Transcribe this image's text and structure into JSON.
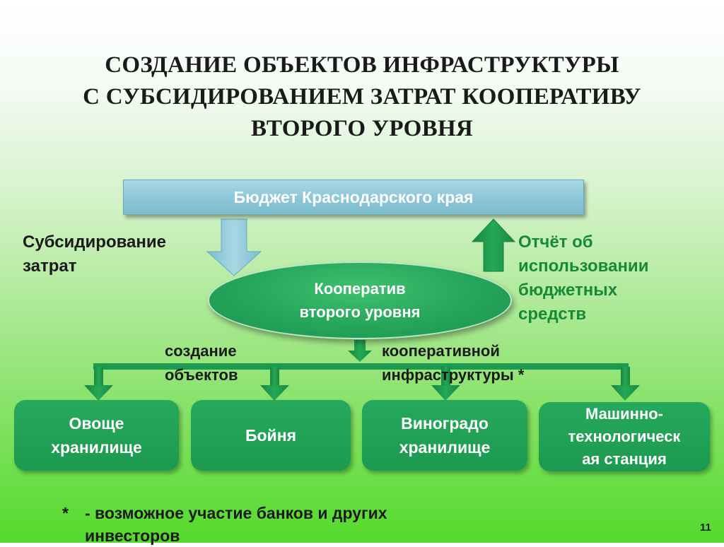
{
  "title": {
    "line1": "СОЗДАНИЕ ОБЪЕКТОВ ИНФРАСТРУКТУРЫ",
    "line2": "С СУБСИДИРОВАНИЕМ ЗАТРАТ КООПЕРАТИВУ",
    "line3": "ВТОРОГО УРОВНЯ"
  },
  "budget": {
    "label": "Бюджет Краснодарского края"
  },
  "subsidy": {
    "line1": "Субсидирование",
    "line2": "затрат"
  },
  "report": {
    "line1": "Отчёт об",
    "line2": "использовании",
    "line3": "бюджетных",
    "line4": "средств"
  },
  "cooperative": {
    "line1": "Кооператив",
    "line2": "второго уровня"
  },
  "creation": {
    "left_line1": "создание",
    "left_line2": "объектов",
    "right_line1": "кооперативной",
    "right_line2": "инфраструктуры *"
  },
  "objects": [
    {
      "line1": "Овоще",
      "line2": "хранилище"
    },
    {
      "line1": "Бойня"
    },
    {
      "line1": "Виноградо",
      "line2": "хранилище"
    },
    {
      "line1": "Машинно-",
      "line2": "технологическ",
      "line3": "ая станция"
    }
  ],
  "footnote": {
    "star": "*",
    "line1": "- возможное участие банков и других",
    "line2": "инвесторов"
  },
  "page_number": "11",
  "colors": {
    "budget_box": "#8cc6d8",
    "green_shape": "#1c9a50",
    "report_text": "#178a3a",
    "blue_arrow": "#8cc6d8"
  }
}
